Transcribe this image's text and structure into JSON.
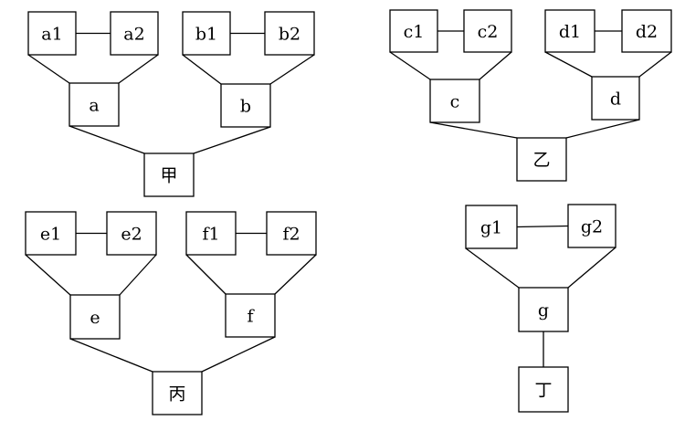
{
  "diagram": {
    "nodes": {
      "a1": "a1",
      "a2": "a2",
      "a": "a",
      "b1": "b1",
      "b2": "b2",
      "b": "b",
      "jia": "甲",
      "c1": "c1",
      "c2": "c2",
      "c": "c",
      "d1": "d1",
      "d2": "d2",
      "d": "d",
      "yi": "乙",
      "e1": "e1",
      "e2": "e2",
      "e": "e",
      "f1": "f1",
      "f2": "f2",
      "f": "f",
      "bing": "丙",
      "g1": "g1",
      "g2": "g2",
      "g": "g",
      "ding": "丁"
    },
    "edges": [
      [
        "a1",
        "a2"
      ],
      [
        "a1",
        "a"
      ],
      [
        "a2",
        "a"
      ],
      [
        "b1",
        "b2"
      ],
      [
        "b1",
        "b"
      ],
      [
        "b2",
        "b"
      ],
      [
        "a",
        "jia"
      ],
      [
        "b",
        "jia"
      ],
      [
        "c1",
        "c2"
      ],
      [
        "c1",
        "c"
      ],
      [
        "c2",
        "c"
      ],
      [
        "d1",
        "d2"
      ],
      [
        "d1",
        "d"
      ],
      [
        "d2",
        "d"
      ],
      [
        "c",
        "yi"
      ],
      [
        "d",
        "yi"
      ],
      [
        "e1",
        "e2"
      ],
      [
        "e1",
        "e"
      ],
      [
        "e2",
        "e"
      ],
      [
        "f1",
        "f2"
      ],
      [
        "f1",
        "f"
      ],
      [
        "f2",
        "f"
      ],
      [
        "e",
        "bing"
      ],
      [
        "f",
        "bing"
      ],
      [
        "g1",
        "g2"
      ],
      [
        "g1",
        "g"
      ],
      [
        "g2",
        "g"
      ],
      [
        "g",
        "ding"
      ]
    ]
  }
}
